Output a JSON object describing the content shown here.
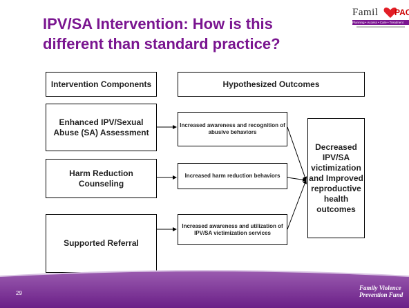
{
  "slide": {
    "title": "IPV/SA Intervention: How is this different than standard practice?",
    "slide_number": "29",
    "colors": {
      "title": "#7a1590",
      "footer": "#7a2a9a",
      "logo_bar": "#7a1590"
    }
  },
  "logo": {
    "text": "Famil",
    "accent": "PAC",
    "tagline": "Planning • Access • Care • Treatment",
    "icon": "heart-icon"
  },
  "footer_logo": {
    "line1": "Family Violence",
    "line2": "Prevention Fund"
  },
  "diagram": {
    "header_left": "Intervention Components",
    "header_right": "Hypothesized Outcomes",
    "components": [
      "Enhanced IPV/Sexual Abuse (SA) Assessment",
      "Harm Reduction Counseling",
      "Supported Referral"
    ],
    "outcomes": [
      "Increased awareness and recognition of abusive behaviors",
      "Increased harm reduction behaviors",
      "Increased awareness and utilization of IPV/SA victimization services"
    ],
    "final_outcome": "Decreased IPV/SA victimization and Improved reproductive health outcomes"
  }
}
